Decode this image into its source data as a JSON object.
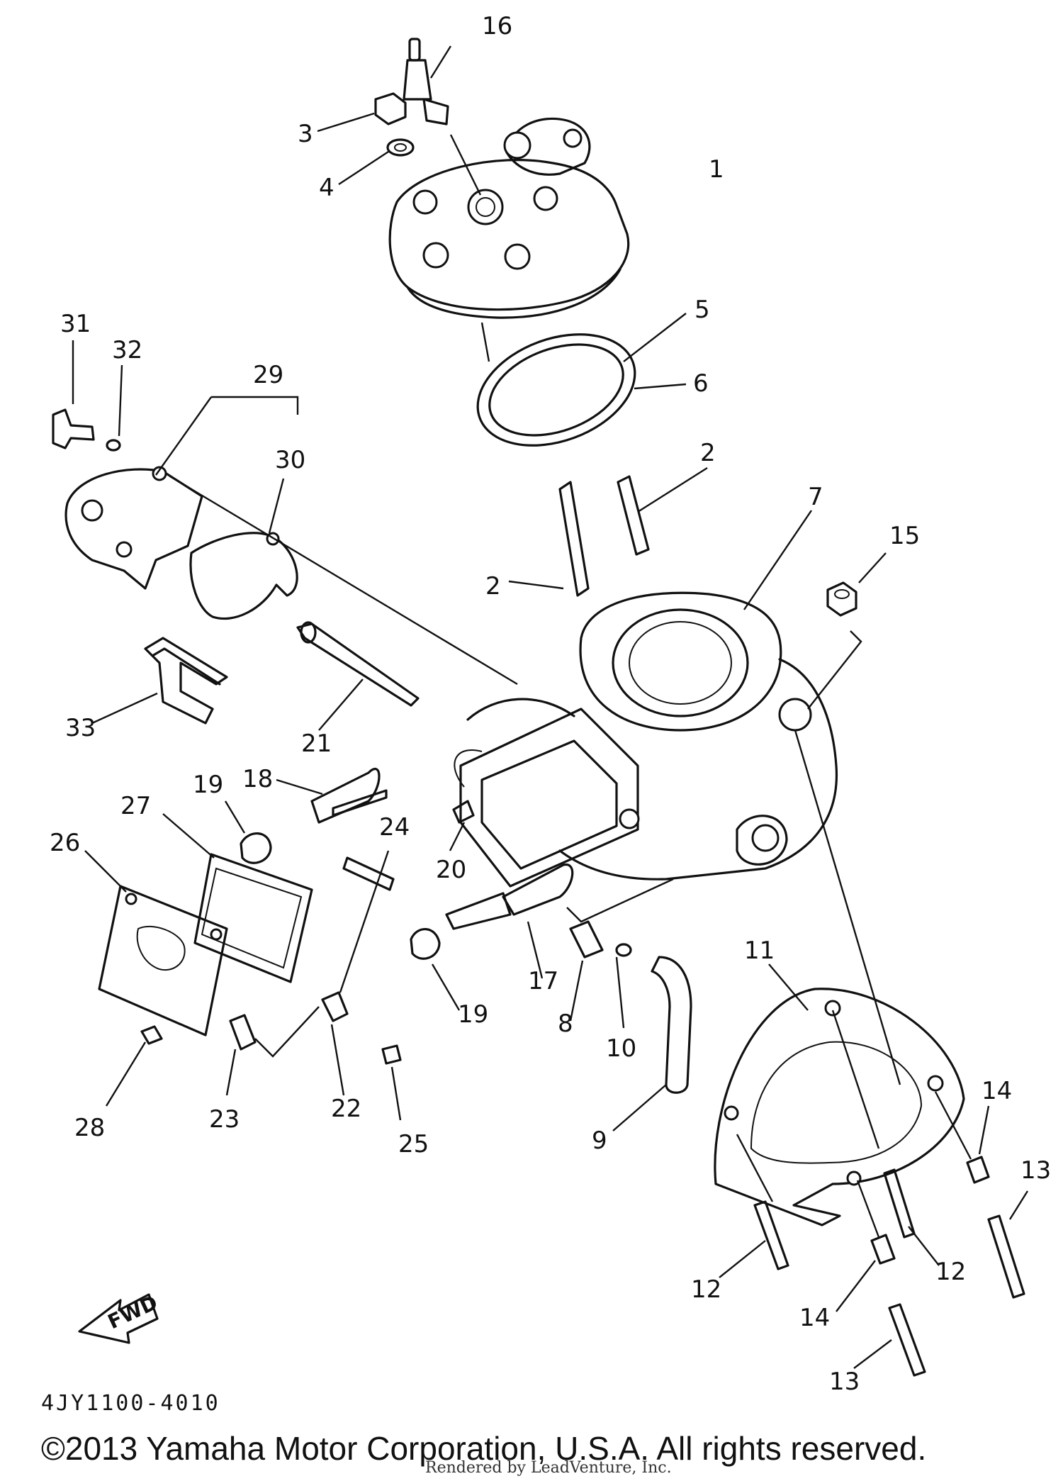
{
  "diagram": {
    "part_number": "4JY1100-4010",
    "copyright": "©2013 Yamaha Motor Corporation, U.S.A. All rights reserved.",
    "rendered_by": "Rendered by LeadVenture, Inc.",
    "fwd_label": "FWD",
    "callouts": [
      {
        "id": "16",
        "text": "16"
      },
      {
        "id": "3",
        "text": "3"
      },
      {
        "id": "1",
        "text": "1"
      },
      {
        "id": "4",
        "text": "4"
      },
      {
        "id": "5",
        "text": "5"
      },
      {
        "id": "6",
        "text": "6"
      },
      {
        "id": "31",
        "text": "31"
      },
      {
        "id": "32",
        "text": "32"
      },
      {
        "id": "29",
        "text": "29"
      },
      {
        "id": "30",
        "text": "30"
      },
      {
        "id": "2a",
        "text": "2"
      },
      {
        "id": "2b",
        "text": "2"
      },
      {
        "id": "7",
        "text": "7"
      },
      {
        "id": "15",
        "text": "15"
      },
      {
        "id": "33",
        "text": "33"
      },
      {
        "id": "21",
        "text": "21"
      },
      {
        "id": "18",
        "text": "18"
      },
      {
        "id": "19a",
        "text": "19"
      },
      {
        "id": "27",
        "text": "27"
      },
      {
        "id": "26",
        "text": "26"
      },
      {
        "id": "24",
        "text": "24"
      },
      {
        "id": "20",
        "text": "20"
      },
      {
        "id": "17",
        "text": "17"
      },
      {
        "id": "19b",
        "text": "19"
      },
      {
        "id": "8",
        "text": "8"
      },
      {
        "id": "10",
        "text": "10"
      },
      {
        "id": "11",
        "text": "11"
      },
      {
        "id": "28",
        "text": "28"
      },
      {
        "id": "23",
        "text": "23"
      },
      {
        "id": "22",
        "text": "22"
      },
      {
        "id": "25",
        "text": "25"
      },
      {
        "id": "9",
        "text": "9"
      },
      {
        "id": "14a",
        "text": "14"
      },
      {
        "id": "13a",
        "text": "13"
      },
      {
        "id": "12a",
        "text": "12"
      },
      {
        "id": "12b",
        "text": "12"
      },
      {
        "id": "14b",
        "text": "14"
      },
      {
        "id": "13b",
        "text": "13"
      }
    ]
  }
}
